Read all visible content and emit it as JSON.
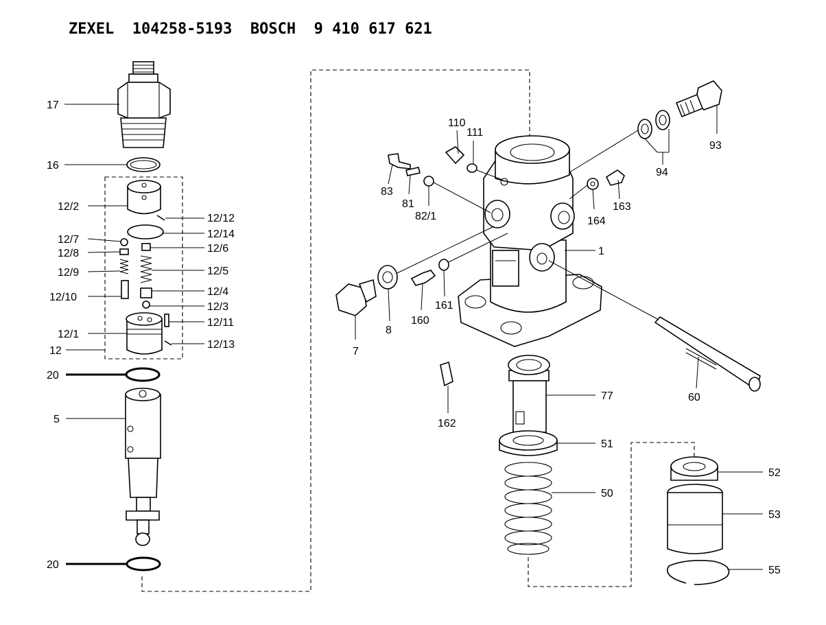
{
  "header": {
    "title": "ZEXEL  104258-5193  BOSCH  9 410 617 621"
  },
  "labels": {
    "p17": "17",
    "p16": "16",
    "p12_2": "12/2",
    "p12_12": "12/12",
    "p12_14": "12/14",
    "p12_7": "12/7",
    "p12_8": "12/8",
    "p12_6": "12/6",
    "p12_9": "12/9",
    "p12_5": "12/5",
    "p12_4": "12/4",
    "p12_10": "12/10",
    "p12_3": "12/3",
    "p12_11": "12/11",
    "p12_1": "12/1",
    "p12_13": "12/13",
    "p12": "12",
    "p20a": "20",
    "p5": "5",
    "p20b": "20",
    "p110": "110",
    "p111": "111",
    "p83": "83",
    "p81": "81",
    "p82_1": "82/1",
    "p93": "93",
    "p94": "94",
    "p164": "164",
    "p163": "163",
    "p1": "1",
    "p7": "7",
    "p8": "8",
    "p160": "160",
    "p161": "161",
    "p60": "60",
    "p77": "77",
    "p162": "162",
    "p51": "51",
    "p50": "50",
    "p52": "52",
    "p53": "53",
    "p55": "55"
  }
}
